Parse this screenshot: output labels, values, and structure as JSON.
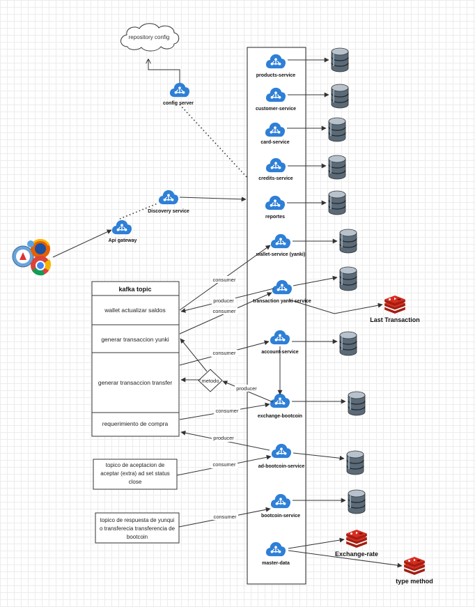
{
  "cloud": {
    "label": "repository config"
  },
  "config_server": {
    "label": "config server"
  },
  "discovery": {
    "label": "Discovery service"
  },
  "gateway": {
    "label": "Api gateway"
  },
  "services": [
    {
      "key": "products",
      "label": "products-service"
    },
    {
      "key": "customer",
      "label": "customer-service"
    },
    {
      "key": "card",
      "label": "card-service"
    },
    {
      "key": "credits",
      "label": "credits-service"
    },
    {
      "key": "reportes",
      "label": "reportes"
    },
    {
      "key": "wallet",
      "label": "wallet-service (yanki)"
    },
    {
      "key": "transaction",
      "label": "transaction yanki service"
    },
    {
      "key": "account",
      "label": "account-service"
    },
    {
      "key": "exchange",
      "label": "exchange-bootcoin"
    },
    {
      "key": "adbootcoin",
      "label": "ad-bootcoin-service"
    },
    {
      "key": "bootcoin",
      "label": "bootcoin-service"
    },
    {
      "key": "master",
      "label": "master-data"
    }
  ],
  "redis": {
    "last_transaction": "Last Transaction",
    "exchange_rate": "Exchange-rate",
    "type_method": "type method"
  },
  "kafka": {
    "title": "kafka topic",
    "topics": [
      "wallet actualizar saldos",
      "generar transaccion yunki",
      "generar transaccion transfer",
      "requerimiento de compra"
    ]
  },
  "notes": {
    "aceptacion": [
      "topico de aceptacion de",
      "aceptar (extra) ad set status",
      "close"
    ],
    "respuesta": [
      "topico de respuesta de yunqui",
      "o transferecia transferencia de",
      "bootcoin"
    ]
  },
  "edges": {
    "consumer": "consumer",
    "producer": "producer",
    "metodo": "metodo"
  },
  "colors": {
    "service_blue": "#2e7fd6",
    "db_gray": "#5a6a78",
    "redis_red": "#c6302b",
    "line": "#333333"
  }
}
